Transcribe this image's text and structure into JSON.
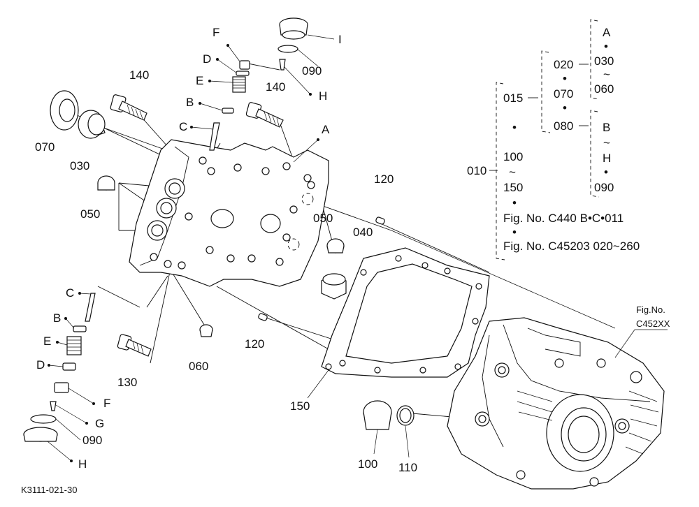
{
  "callouts": {
    "p070": "070",
    "p030": "030",
    "p050a": "050",
    "p050b": "050",
    "p140a": "140",
    "p140b": "140",
    "p040": "040",
    "p120a": "120",
    "p120b": "120",
    "p060": "060",
    "p130": "130",
    "p150": "150",
    "p100": "100",
    "p110": "110",
    "p090a": "090",
    "p090b": "090",
    "lF1": "F",
    "lD1": "D",
    "lE1": "E",
    "lB1": "B",
    "lC1": "C",
    "lI": "I",
    "lH1": "H",
    "lA": "A",
    "lC2": "C",
    "lB2": "B",
    "lE2": "E",
    "lD2": "D",
    "lF2": "F",
    "lG": "G",
    "lH2": "H"
  },
  "tree": {
    "root": "010",
    "n015": "015",
    "n020": "020",
    "n070": "070",
    "n080": "080",
    "n100": "100",
    "n150": "150",
    "tilde": "~",
    "dot": "•",
    "grpA_top": "A",
    "grpA_030": "030",
    "grpA_060": "060",
    "grpB_top": "B",
    "grpB_H": "H",
    "grpB_090": "090",
    "fig1": "Fig. No. C440  B•C•011",
    "fig2": "Fig. No. C45203  020~260"
  },
  "fig_ref": {
    "line1": "Fig.No.",
    "line2": "C452XX"
  },
  "footer_code": "K3111-021-30"
}
